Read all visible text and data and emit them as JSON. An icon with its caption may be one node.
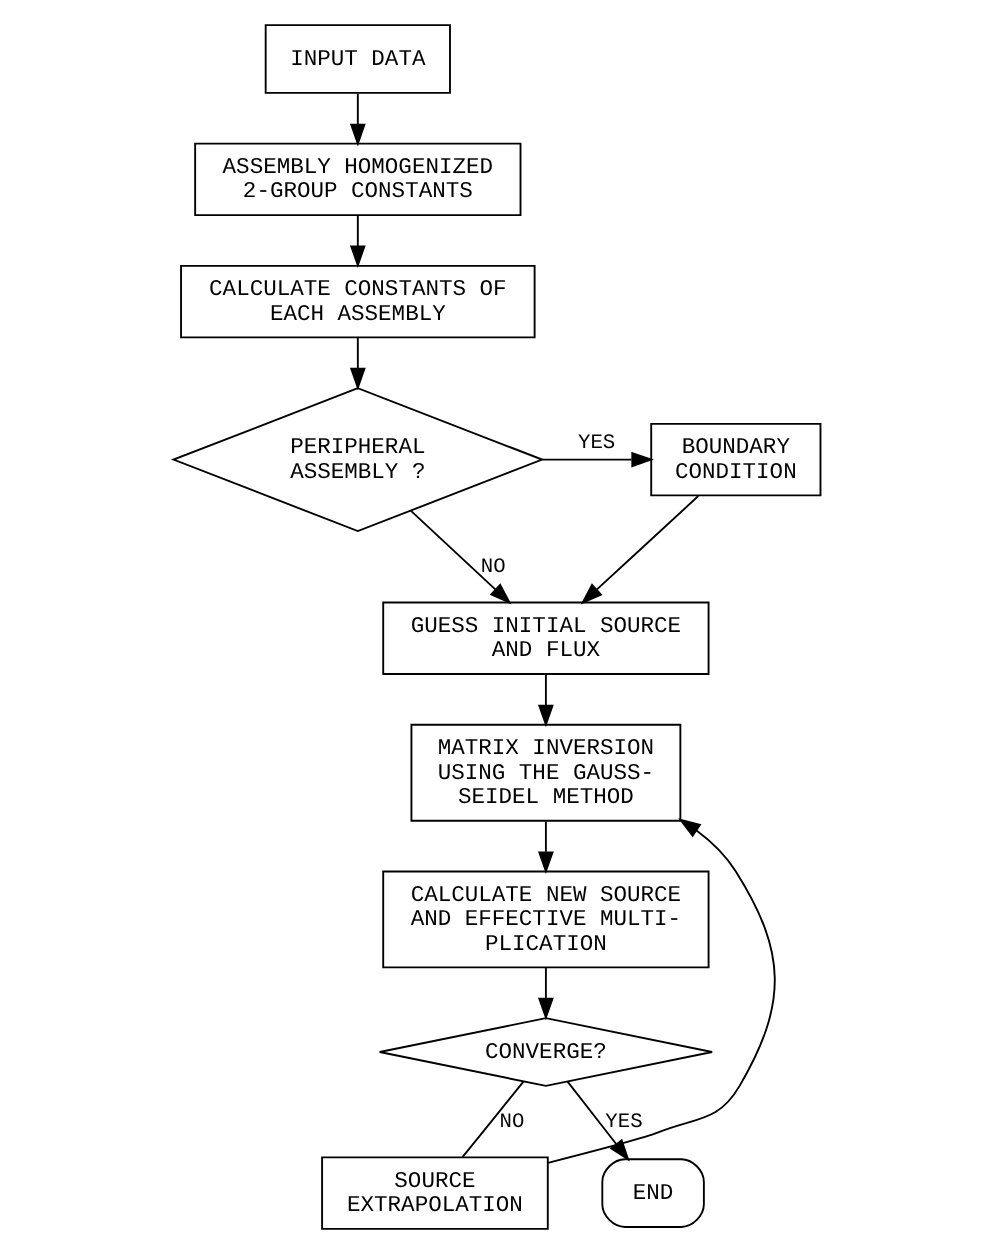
{
  "diagram": {
    "nodes": [
      {
        "text": [
          "INPUT DATA"
        ]
      },
      {
        "text": [
          "ASSEMBLY HOMOGENIZED 2-GROUP CONSTANTS"
        ]
      },
      {
        "text": [
          "CALCULATE CONSTANTS OF EACH ASSEMBLY"
        ]
      },
      {
        "text": [
          "PERIPHERAL ASSEMBLY ?"
        ]
      },
      {
        "text": [
          "BOUNDARY CONDITION"
        ]
      },
      {
        "text": [
          "GUESS INITIAL SOURCE AND FLUX"
        ]
      },
      {
        "text": [
          "MATRIX INVERSION USING THE GAUSS- SEIDEL METHOD"
        ]
      },
      {
        "text": [
          "CALCULATE NEW SOURCE AND EFFECTIVE MULTI- PLICATION"
        ]
      },
      {
        "text": [
          "CONVERGE?"
        ]
      },
      {
        "text": [
          "SOURCE EXTRAPOLATION"
        ]
      },
      {
        "text": [
          "END"
        ]
      }
    ],
    "edges": [
      {
        "from": 0,
        "to": 1,
        "arrow": "to"
      },
      {
        "from": 1,
        "to": 2,
        "arrow": "to"
      },
      {
        "from": 2,
        "to": 3,
        "arrow": "to"
      },
      {
        "from": 3,
        "to": 4,
        "arrow": "to",
        "label": "YES"
      },
      {
        "from": 3,
        "to": 5,
        "arrow": "to",
        "label": "NO"
      },
      {
        "from": 4,
        "to": 5,
        "arrow": "to"
      },
      {
        "from": 5,
        "to": 6,
        "arrow": "to"
      },
      {
        "from": 6,
        "to": 7,
        "arrow": "to"
      },
      {
        "from": 7,
        "to": 8,
        "arrow": "to"
      },
      {
        "from": 8,
        "to": 9,
        "arrow": "none",
        "label": "NO"
      },
      {
        "from": 9,
        "to": 6,
        "arrow": "to"
      },
      {
        "from": 8,
        "to": 10,
        "arrow": "to",
        "label": "YES"
      }
    ]
  }
}
